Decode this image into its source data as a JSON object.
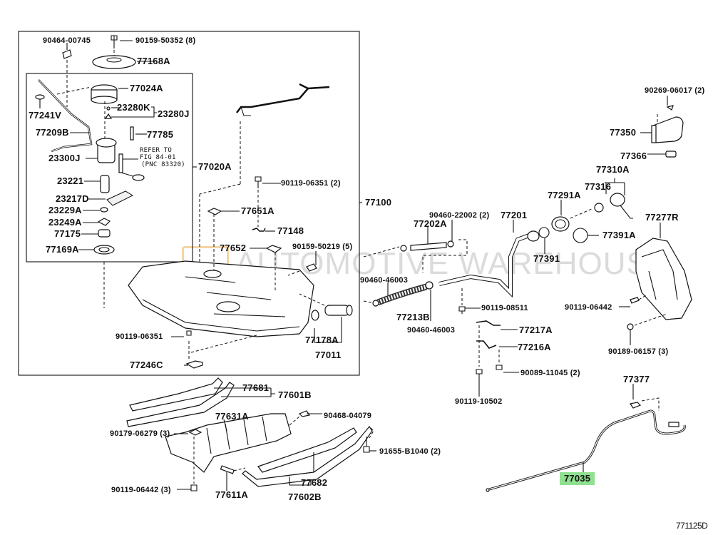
{
  "diagram": {
    "title_code": "771125D",
    "watermark": "AUTOMOTIVE WAREHOUSE",
    "highlight_color": "#8fe08f",
    "note": {
      "line1": "REFER TO",
      "line2": "FIG 84-01",
      "line3": "(PNC 83320)"
    },
    "labels": {
      "p90464_00745": "90464-00745",
      "p90159_50352": "90159-50352 (8)",
      "p77168A": "77168A",
      "p77024A": "77024A",
      "p23280K": "23280K",
      "p23280J": "23280J",
      "p77241V": "77241V",
      "p77209B": "77209B",
      "p77785": "77785",
      "p23300J": "23300J",
      "p77020A": "77020A",
      "p23221": "23221",
      "p23217D": "23217D",
      "p23229A": "23229A",
      "p23249A": "23249A",
      "p77175": "77175",
      "p77169A": "77169A",
      "p90119_06351_2": "90119-06351 (2)",
      "p77100": "77100",
      "p77651A": "77651A",
      "p77148": "77148",
      "p77652": "77652",
      "p90159_50219": "90159-50219 (5)",
      "p90119_06351": "90119-06351",
      "p77246C": "77246C",
      "p77178A": "77178A",
      "p77011": "77011",
      "p90460_22002": "90460-22002 (2)",
      "p77202A": "77202A",
      "p77201": "77201",
      "p90460_46003_a": "90460-46003",
      "p77213B": "77213B",
      "p90460_46003_b": "90460-46003",
      "p90119_08511": "90119-08511",
      "p77217A": "77217A",
      "p77216A": "77216A",
      "p90089_11045": "90089-11045 (2)",
      "p90119_10502": "90119-10502",
      "p77391": "77391",
      "p77291A": "77291A",
      "p77316": "77316",
      "p77310A": "77310A",
      "p77391A": "77391A",
      "p90269_06017": "90269-06017 (2)",
      "p77350": "77350",
      "p77366": "77366",
      "p77277R": "77277R",
      "p90119_06442": "90119-06442",
      "p90189_06157": "90189-06157 (3)",
      "p77377": "77377",
      "p77035": "77035",
      "p77681": "77681",
      "p77601B": "77601B",
      "p77631A": "77631A",
      "p90468_04079": "90468-04079",
      "p90179_06279": "90179-06279 (3)",
      "p91655_B1040": "91655-B1040 (2)",
      "p90119_06442_3": "90119-06442 (3)",
      "p77611A": "77611A",
      "p77682": "77682",
      "p77602B": "77602B"
    }
  }
}
